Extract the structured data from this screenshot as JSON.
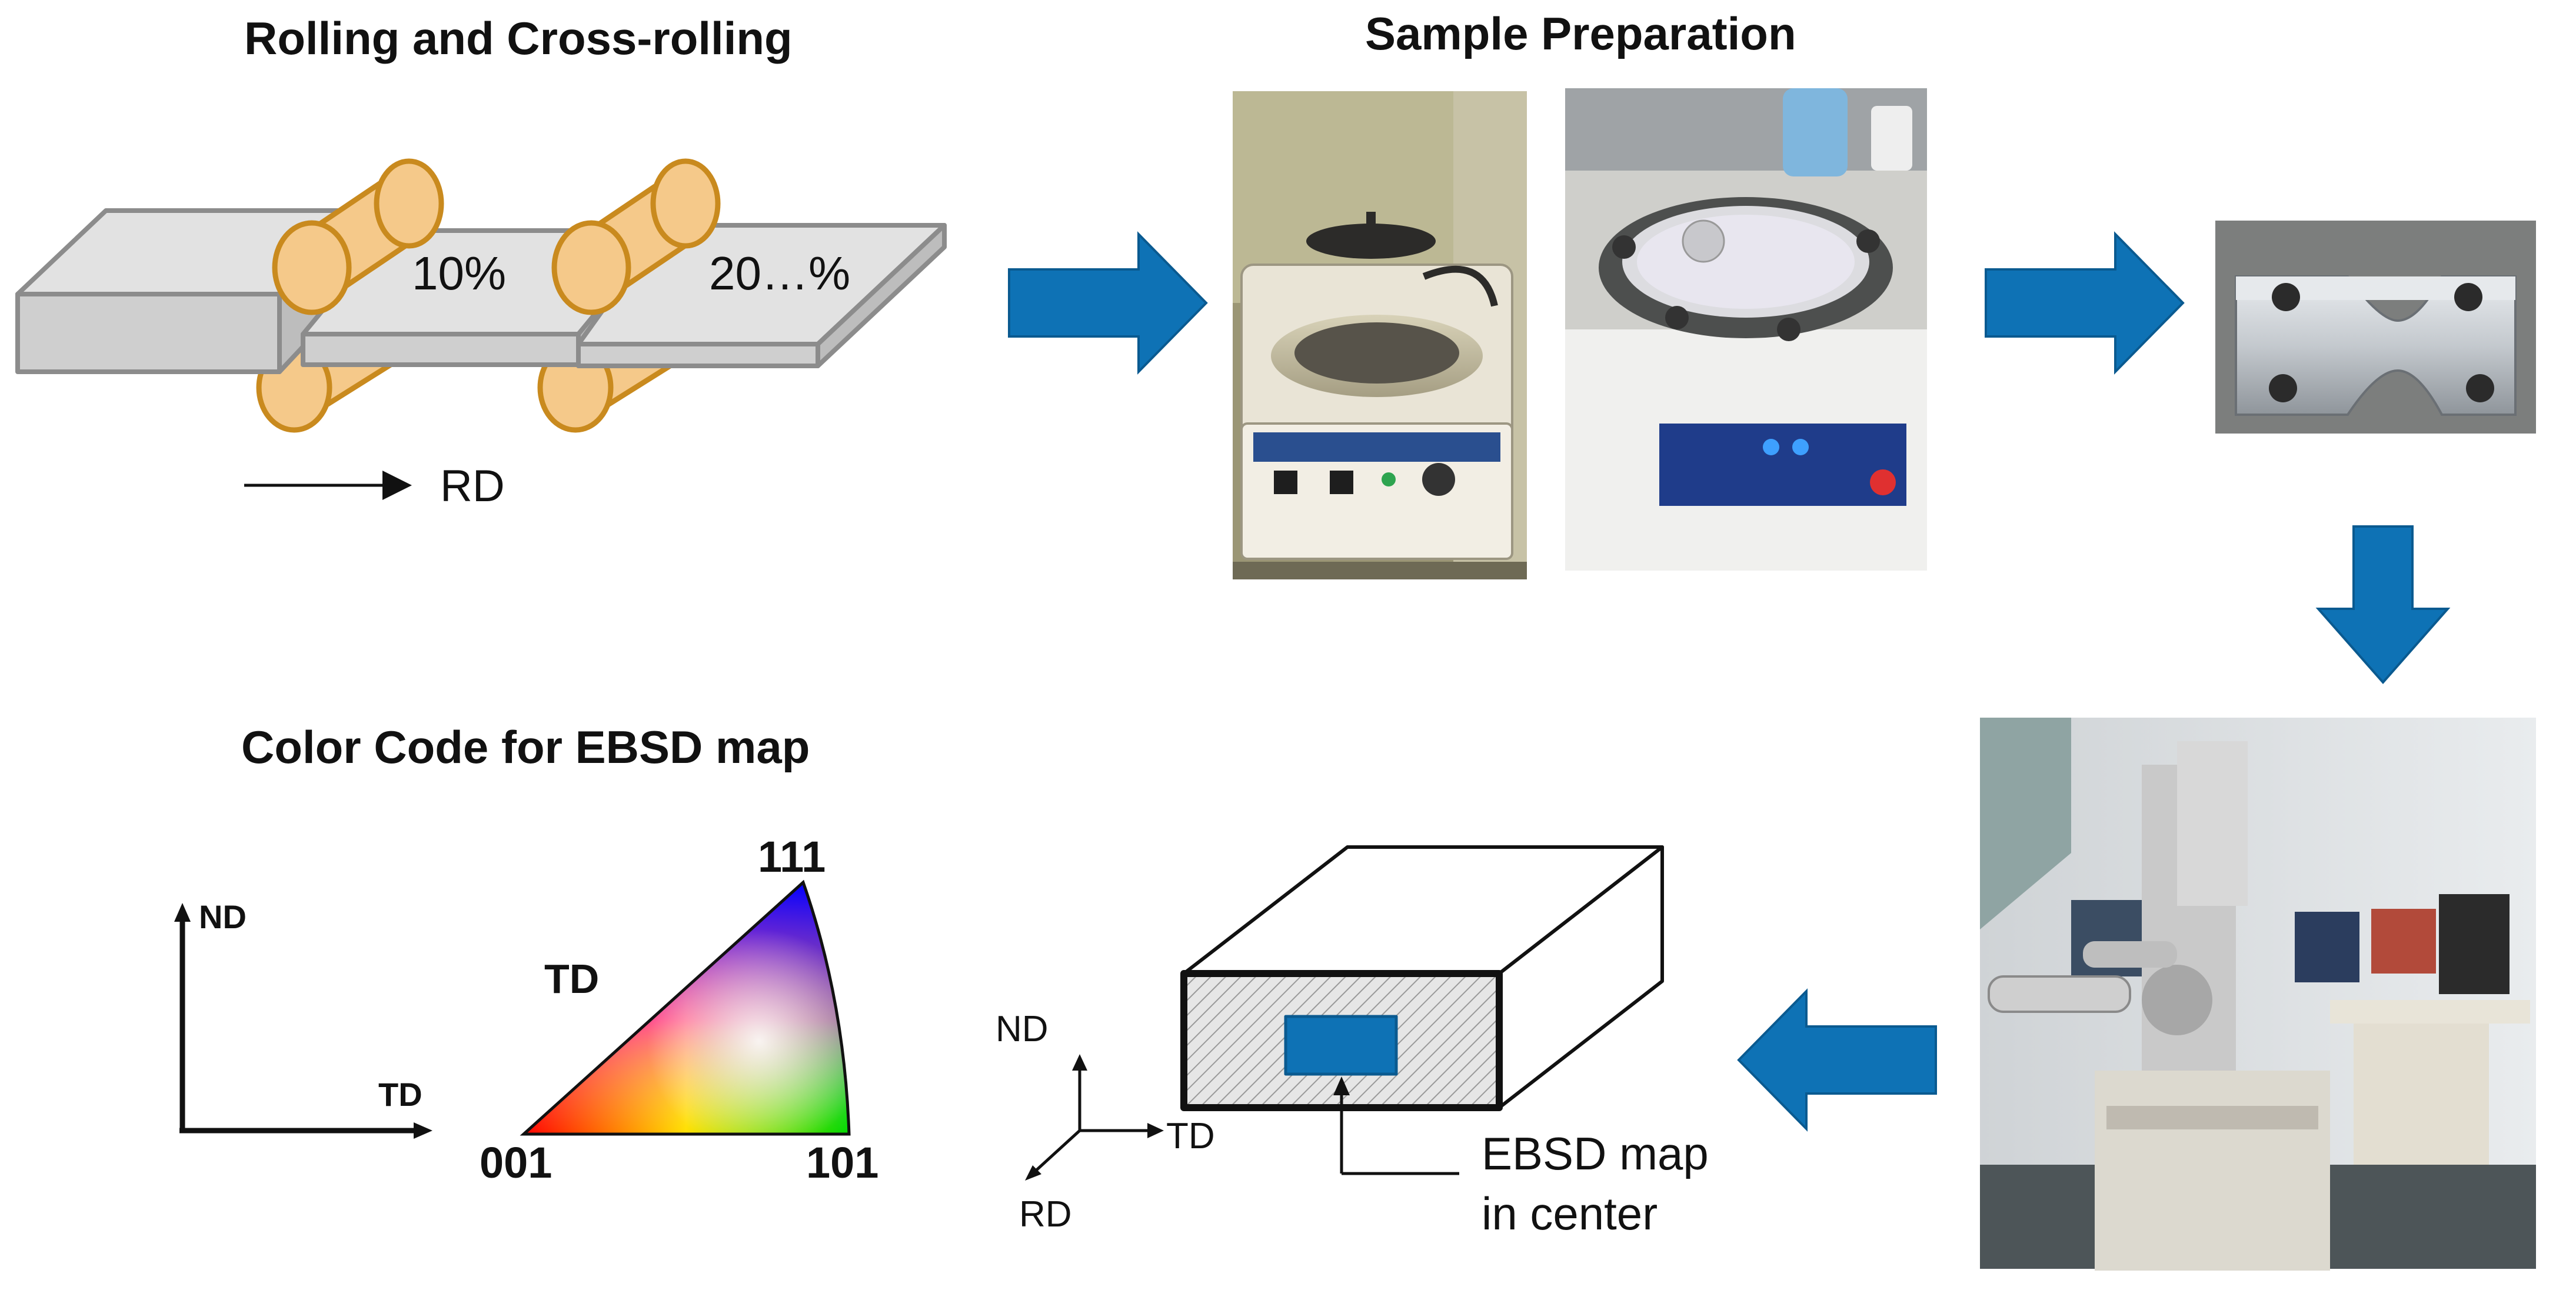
{
  "titles": {
    "rolling": "Rolling and Cross-rolling",
    "preparation": "Sample Preparation",
    "color_code": "Color Code for EBSD map"
  },
  "rolling": {
    "step1": "10%",
    "step2": "20…%",
    "direction": "RD"
  },
  "axes_left": {
    "vertical": "ND",
    "horizontal": "TD"
  },
  "ipf": {
    "top": "111",
    "bottom_left": "001",
    "bottom_right": "101",
    "side": "TD"
  },
  "specimen": {
    "axis_up": "ND",
    "axis_right": "TD",
    "axis_diag": "RD",
    "callout_line1": "EBSD map",
    "callout_line2": "in center"
  },
  "colors": {
    "arrow": "#0e72b5",
    "roller_fill": "#f5c98a",
    "roller_stroke": "#c98a1e",
    "plate_fill": "#d9d9d9",
    "plate_stroke": "#8c8c8c",
    "map_rect": "#0e72b5"
  }
}
